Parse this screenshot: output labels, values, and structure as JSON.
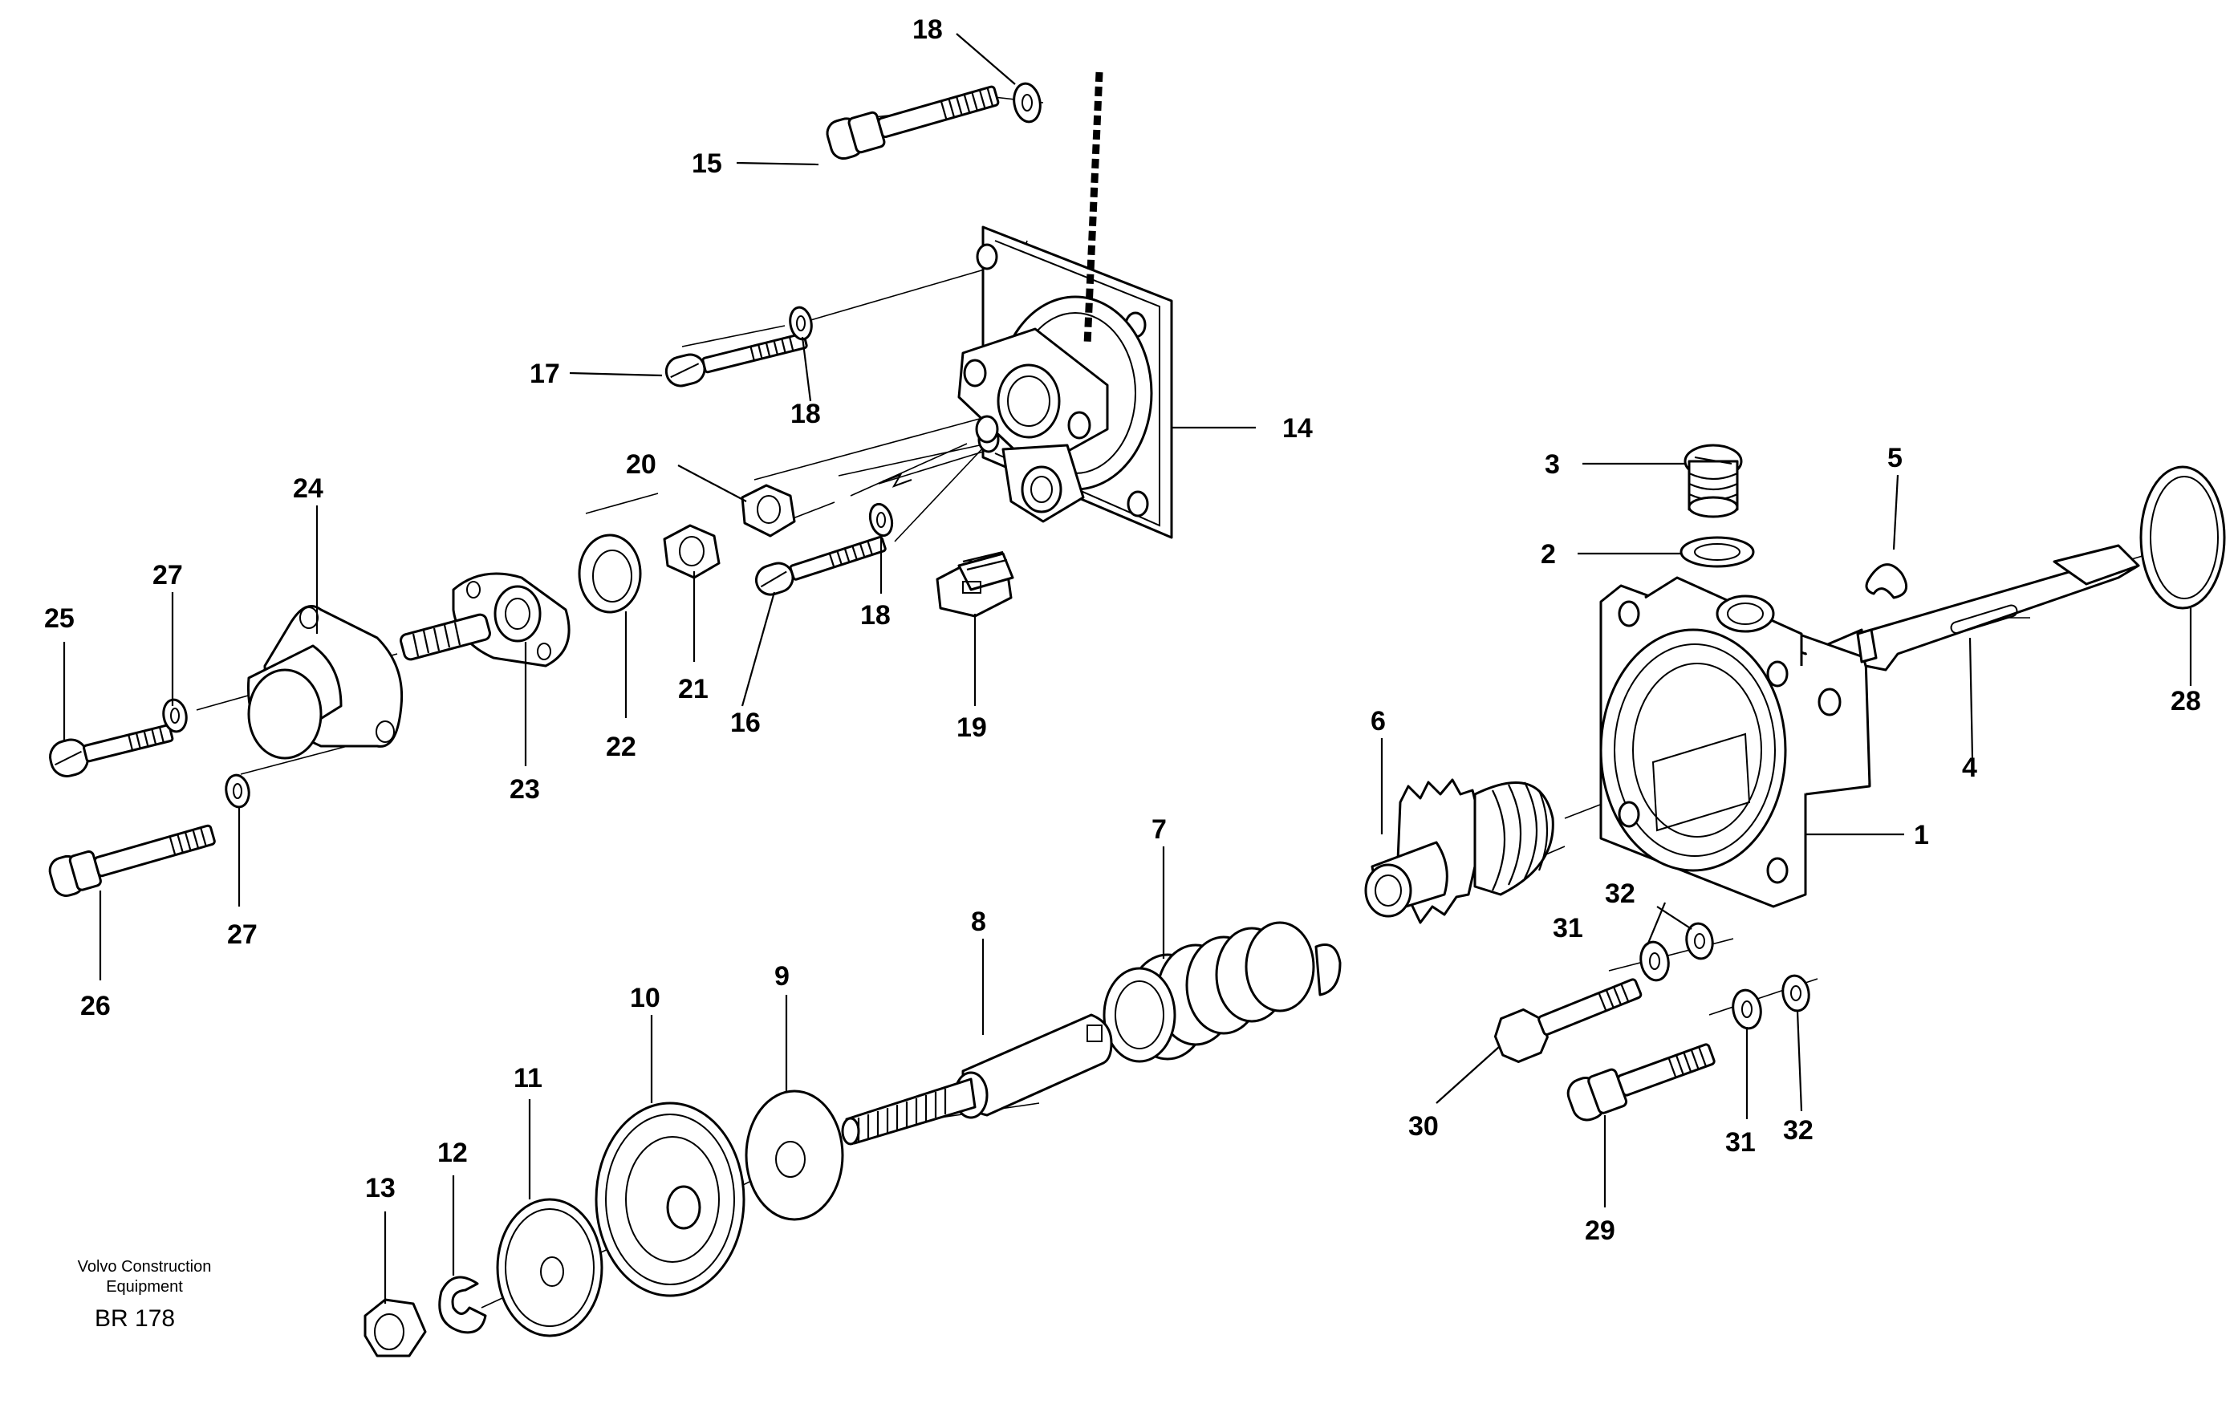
{
  "callouts": {
    "c1": "1",
    "c2": "2",
    "c3": "3",
    "c4": "4",
    "c5": "5",
    "c6": "6",
    "c7": "7",
    "c8": "8",
    "c9": "9",
    "c10": "10",
    "c11": "11",
    "c12": "12",
    "c13": "13",
    "c14": "14",
    "c15": "15",
    "c16": "16",
    "c17": "17",
    "c18a": "18",
    "c18b": "18",
    "c18c": "18",
    "c19": "19",
    "c20": "20",
    "c21": "21",
    "c22": "22",
    "c23": "23",
    "c24": "24",
    "c25": "25",
    "c26": "26",
    "c27a": "27",
    "c27b": "27",
    "c28": "28",
    "c29": "29",
    "c30": "30",
    "c31a": "31",
    "c31b": "31",
    "c32a": "32",
    "c32b": "32"
  },
  "credit": {
    "line1": "Volvo Construction",
    "line2": "Equipment",
    "ref": "BR 178"
  }
}
